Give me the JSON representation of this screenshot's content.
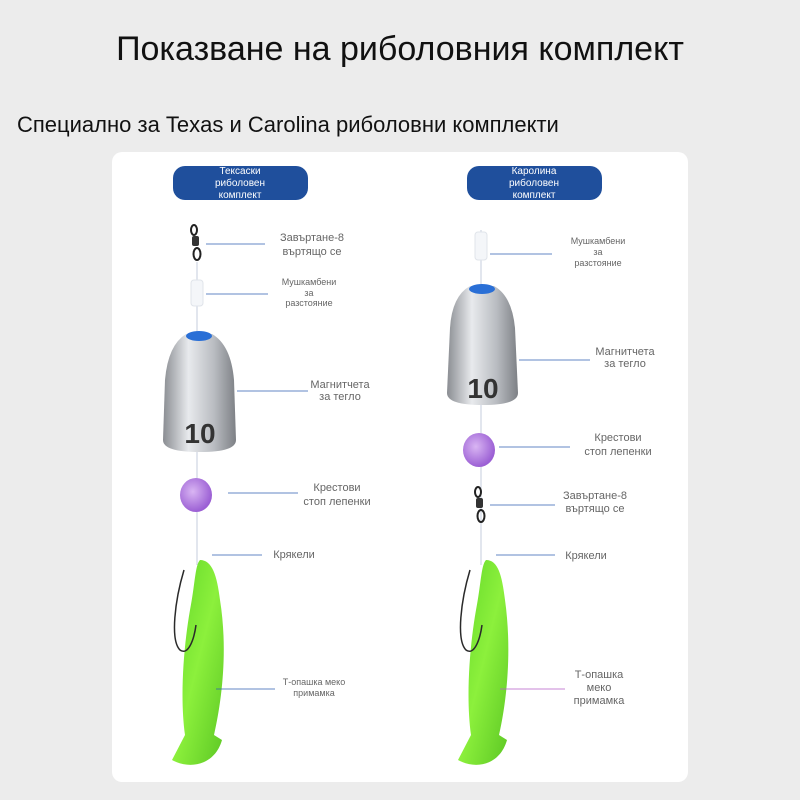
{
  "header": {
    "title": "Показване на риболовния комплект",
    "subtitle": "Специално за Texas и Carolina риболовни комплекти"
  },
  "texas": {
    "badge": [
      "Тексаски",
      "риболовен",
      "комплект"
    ],
    "labels": {
      "swivel": [
        "Завъртане-8",
        "въртящо се"
      ],
      "spacer": [
        "Мушкамбени",
        "за",
        "разстояние"
      ],
      "weight": [
        "Магнитчета",
        "за тегло"
      ],
      "stopper": [
        "Крестови",
        "стоп лепенки"
      ],
      "hook": "Крякели",
      "bait": [
        "Т-опашка меко",
        "примамка"
      ]
    },
    "weight_number": "10"
  },
  "carolina": {
    "badge": [
      "Каролина",
      "риболовен",
      "комплект"
    ],
    "labels": {
      "spacer": [
        "Мушкамбени",
        "за",
        "разстояние"
      ],
      "weight": [
        "Магнитчета",
        "за тегло"
      ],
      "stopper": [
        "Крестови",
        "стоп лепенки"
      ],
      "swivel": [
        "Завъртане-8",
        "въртящо се"
      ],
      "hook": "Крякели",
      "bait": [
        "Т-опашка",
        "меко",
        "примамка"
      ]
    },
    "weight_number": "10"
  },
  "colors": {
    "badge": "#1f4f9c",
    "lure": "#7ee632",
    "stopper": "#b27ee0",
    "weight_tip": "#2a6fd6",
    "pointer_line": "#2f5fb3"
  }
}
